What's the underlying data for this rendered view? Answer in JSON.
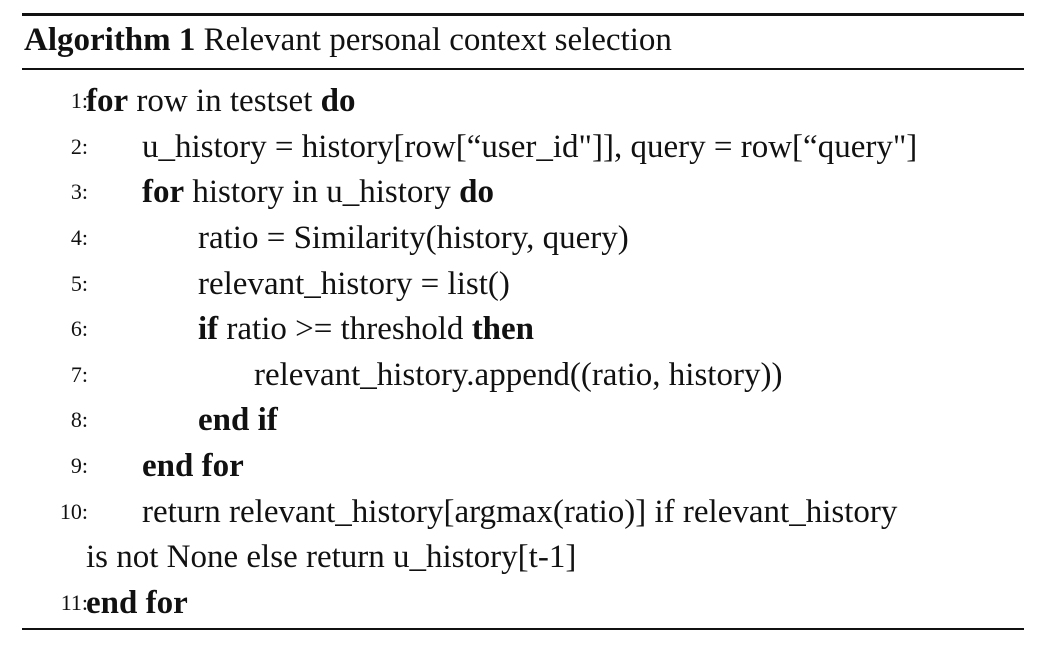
{
  "caption": {
    "label": "Algorithm 1",
    "title": "Relevant personal context selection"
  },
  "lines": [
    {
      "no": "1:",
      "kw1": "for",
      "text": "row in testset",
      "kw2": "do"
    },
    {
      "no": "2:",
      "text": "u_history = history[row[“user_id\"]], query = row[“query\"]"
    },
    {
      "no": "3:",
      "kw1": "for",
      "text": "history in u_history",
      "kw2": "do"
    },
    {
      "no": "4:",
      "text": "ratio = Similarity(history, query)"
    },
    {
      "no": "5:",
      "text": "relevant_history = list()"
    },
    {
      "no": "6:",
      "kw1": "if",
      "text": "ratio >= threshold",
      "kw2": "then"
    },
    {
      "no": "7:",
      "text": "relevant_history.append((ratio, history))"
    },
    {
      "no": "8:",
      "kw1": "end if"
    },
    {
      "no": "9:",
      "kw1": "end for"
    },
    {
      "no": "10:",
      "text": "return relevant_history[argmax(ratio)] if relevant_history",
      "cont": "is not None else return u_history[t-1]"
    },
    {
      "no": "11:",
      "kw1": "end for"
    }
  ]
}
